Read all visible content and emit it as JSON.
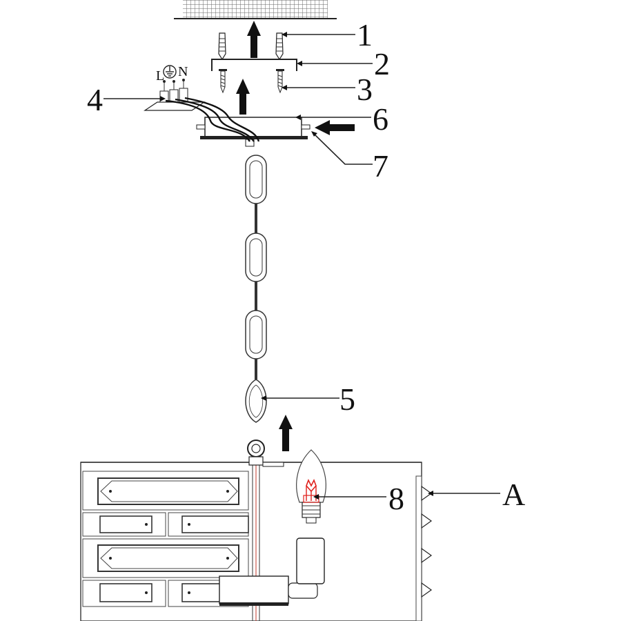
{
  "callouts": {
    "c1": "1",
    "c2": "2",
    "c3": "3",
    "c4": "4",
    "c5": "5",
    "c6": "6",
    "c7": "7",
    "c8": "8",
    "cA": "A"
  },
  "terminal_labels": {
    "live": "L",
    "neutral": "N"
  },
  "icons": {
    "earth": "earth-ground-icon"
  },
  "colors": {
    "line": "#222222",
    "bulb_filament": "#e0201c",
    "wire_red": "#c0392b"
  }
}
